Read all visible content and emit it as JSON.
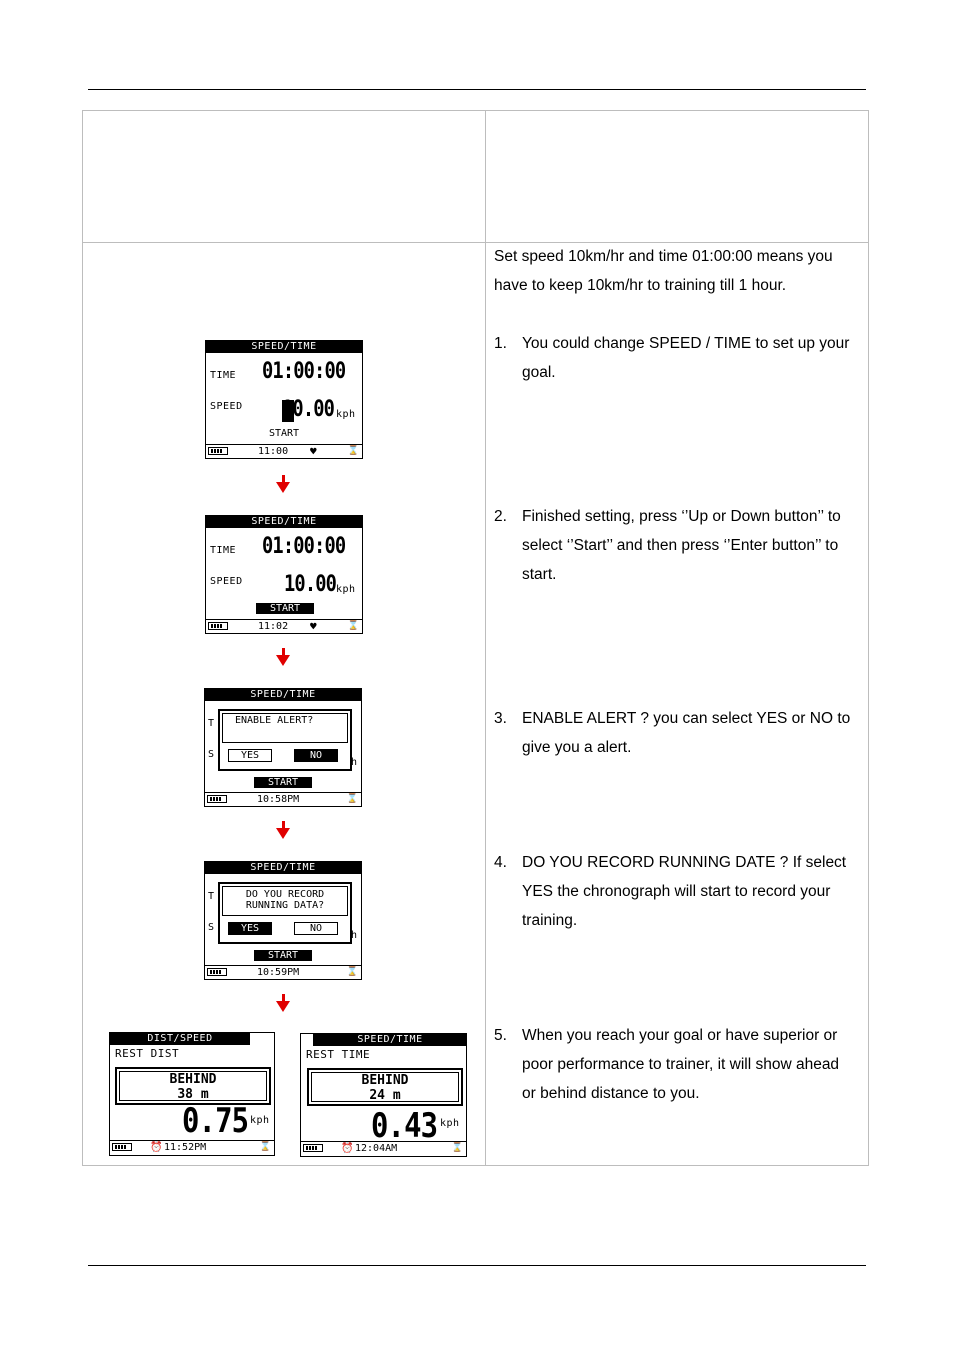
{
  "intro": {
    "line1": "Set speed 10km/hr and time 01:00:00 means you",
    "line2": "have to keep 10km/hr to training till 1 hour."
  },
  "steps": [
    {
      "n": "1.",
      "lines": [
        "You could change SPEED / TIME to set up your",
        "goal."
      ]
    },
    {
      "n": "2.",
      "lines": [
        "Finished setting, press ‘’Up or Down button’’ to",
        "select ‘’Start’’ and then press ‘’Enter button’’ to",
        "start."
      ]
    },
    {
      "n": "3.",
      "lines": [
        "ENABLE ALERT ? you can select YES or NO to",
        "give you a alert."
      ]
    },
    {
      "n": "4.",
      "lines": [
        "DO YOU RECORD RUNNING DATE ? If select",
        "YES the chronograph will start to record your",
        "training."
      ]
    },
    {
      "n": "5.",
      "lines": [
        "When you reach your goal or have superior or",
        "poor performance to trainer, it will show ahead",
        "or behind distance to you."
      ]
    }
  ],
  "screens": {
    "s1": {
      "header": "SPEED/TIME",
      "time_label": "TIME",
      "time_value": "01:00:00",
      "speed_label": "SPEED",
      "speed_value": "10.00",
      "unit": "kph",
      "start": "START",
      "clock": "11:00"
    },
    "s2": {
      "header": "SPEED/TIME",
      "time_label": "TIME",
      "time_value": "01:00:00",
      "speed_label": "SPEED",
      "speed_value": "10.00",
      "unit": "kph",
      "start": "START",
      "clock": "11:02"
    },
    "s3": {
      "header": "SPEED/TIME",
      "question": "ENABLE ALERT?",
      "yes": "YES",
      "no": "NO",
      "t": "T",
      "s": "S",
      "h": "h",
      "start": "START",
      "clock": "10:58PM"
    },
    "s4": {
      "header": "SPEED/TIME",
      "q1": "DO YOU RECORD",
      "q2": "RUNNING DATA?",
      "yes": "YES",
      "no": "NO",
      "t": "T",
      "s": "S",
      "h": "h",
      "start": "START",
      "clock": "10:59PM"
    },
    "s5": {
      "header": "DIST/SPEED",
      "rest": "REST DIST",
      "status": "BEHIND",
      "amount": "38 m",
      "speed": "0.75",
      "unit": "kph",
      "clock": "11:52PM"
    },
    "s6": {
      "header": "SPEED/TIME",
      "rest": "REST TIME",
      "status": "BEHIND",
      "amount": "24 m",
      "speed": "0.43",
      "unit": "kph",
      "clock": "12:04AM"
    }
  }
}
